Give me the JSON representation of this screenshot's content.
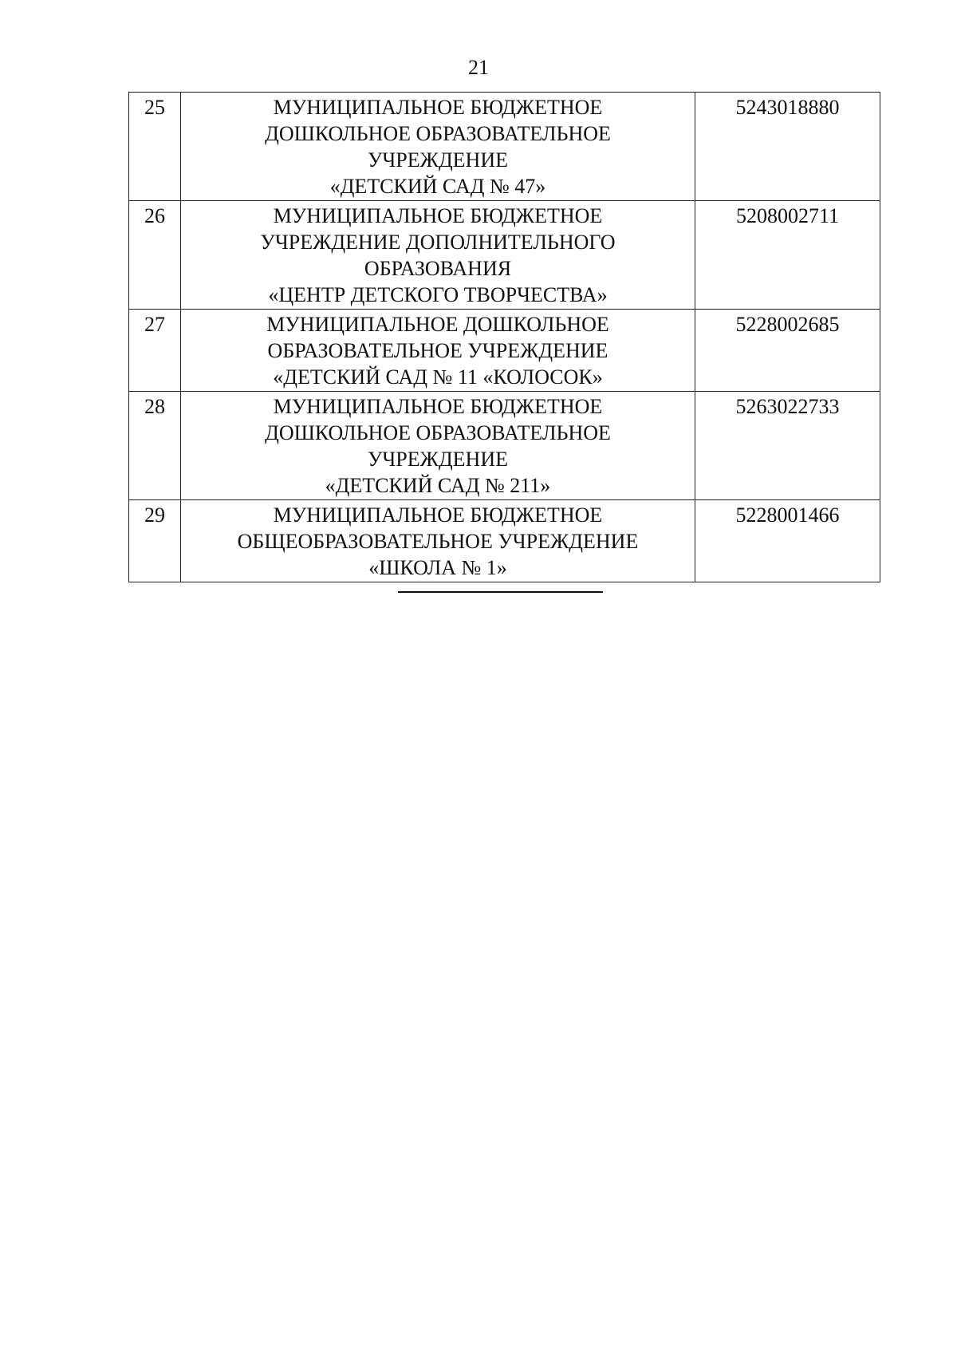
{
  "page": {
    "number": "21"
  },
  "table": {
    "rows": [
      {
        "num": "25",
        "name_lines": [
          "МУНИЦИПАЛЬНОЕ БЮДЖЕТНОЕ",
          "ДОШКОЛЬНОЕ ОБРАЗОВАТЕЛЬНОЕ",
          "УЧРЕЖДЕНИЕ",
          "«ДЕТСКИЙ САД № 47»"
        ],
        "inn": "5243018880"
      },
      {
        "num": "26",
        "name_lines": [
          "МУНИЦИПАЛЬНОЕ БЮДЖЕТНОЕ",
          "УЧРЕЖДЕНИЕ ДОПОЛНИТЕЛЬНОГО",
          "ОБРАЗОВАНИЯ",
          "«ЦЕНТР ДЕТСКОГО ТВОРЧЕСТВА»"
        ],
        "inn": "5208002711"
      },
      {
        "num": "27",
        "name_lines": [
          "МУНИЦИПАЛЬНОЕ ДОШКОЛЬНОЕ",
          "ОБРАЗОВАТЕЛЬНОЕ УЧРЕЖДЕНИЕ",
          "«ДЕТСКИЙ САД № 11 «КОЛОСОК»"
        ],
        "inn": "5228002685"
      },
      {
        "num": "28",
        "name_lines": [
          "МУНИЦИПАЛЬНОЕ БЮДЖЕТНОЕ",
          "ДОШКОЛЬНОЕ ОБРАЗОВАТЕЛЬНОЕ",
          "УЧРЕЖДЕНИЕ",
          "«ДЕТСКИЙ САД № 211»"
        ],
        "inn": "5263022733"
      },
      {
        "num": "29",
        "name_lines": [
          "МУНИЦИПАЛЬНОЕ БЮДЖЕТНОЕ",
          "ОБЩЕОБРАЗОВАТЕЛЬНОЕ УЧРЕЖДЕНИЕ",
          "«ШКОЛА № 1»"
        ],
        "inn": "5228001466"
      }
    ]
  }
}
